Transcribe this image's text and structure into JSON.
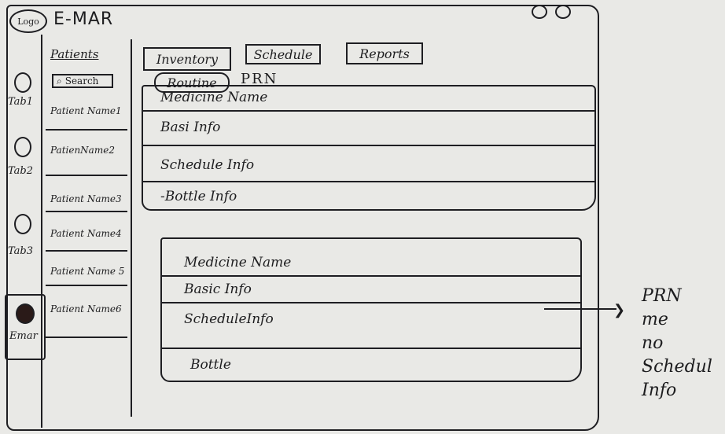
{
  "app": {
    "logo": "Logo",
    "title": "E-MAR"
  },
  "rail": {
    "tabs": [
      {
        "label": "Tab1"
      },
      {
        "label": "Tab2"
      },
      {
        "label": "Tab3"
      }
    ],
    "emar": {
      "label": "Emar"
    }
  },
  "patients": {
    "heading": "Patients",
    "search_label": "Search",
    "items": [
      "Patient Name1",
      "PatienName2",
      "Patient Name3",
      "Patient Name4",
      "Patient Name 5",
      "Patient Name6"
    ]
  },
  "tabs": {
    "inventory": "Inventory",
    "schedule": "Schedule",
    "reports": "Reports",
    "routine": "Routine",
    "prn": "PRN"
  },
  "routine_card": {
    "rows": [
      "Medicine Name",
      "Basi Info",
      "Schedule Info",
      "-Bottle Info"
    ]
  },
  "prn_card": {
    "rows": [
      "Medicine Name",
      "Basic Info",
      "ScheduleInfo",
      "Bottle"
    ]
  },
  "annotation": {
    "lines": [
      "PRN",
      "me",
      "no",
      "Schedul",
      "Info"
    ]
  }
}
